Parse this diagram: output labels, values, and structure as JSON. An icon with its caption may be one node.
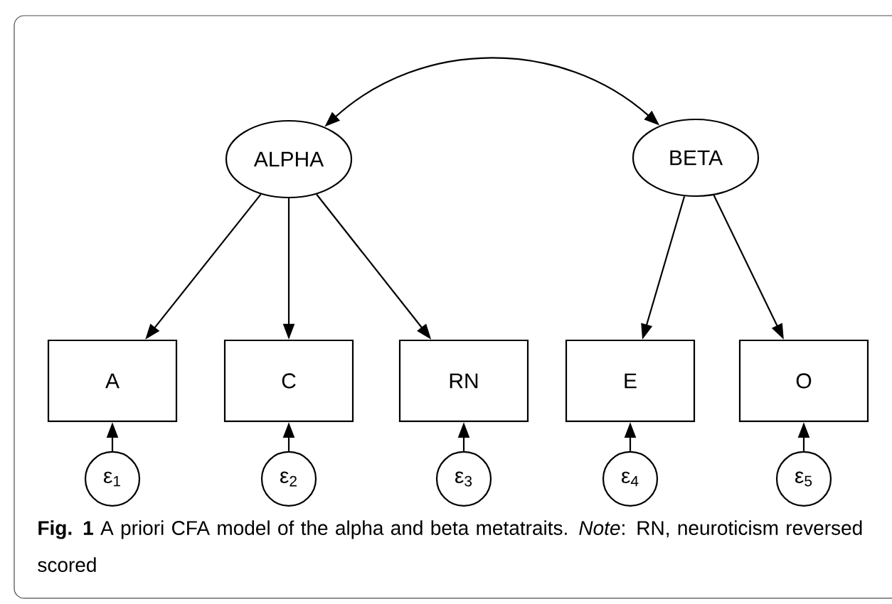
{
  "diagram": {
    "caption": "**Fig. 1** A priori CFA model of the alpha and beta metatraits. *Note*: RN, neuroticism reversed scored",
    "nodes": [
      {
        "text": [
          "ALPHA"
        ]
      },
      {
        "text": [
          "BETA"
        ]
      },
      {
        "text": [
          "A"
        ]
      },
      {
        "text": [
          "C"
        ]
      },
      {
        "text": [
          "RN"
        ]
      },
      {
        "text": [
          "E"
        ]
      },
      {
        "text": [
          "O"
        ]
      },
      {
        "text": [
          "ε$_{1}$"
        ]
      },
      {
        "text": [
          "ε$_{2}$"
        ]
      },
      {
        "text": [
          "ε$_{3}$"
        ]
      },
      {
        "text": [
          "ε$_{4}$"
        ]
      },
      {
        "text": [
          "ε$_{5}$"
        ]
      }
    ],
    "edges": [
      {
        "from": 0,
        "to": 1,
        "arrow": "both"
      },
      {
        "from": 0,
        "to": 2,
        "arrow": "to"
      },
      {
        "from": 0,
        "to": 3,
        "arrow": "to"
      },
      {
        "from": 0,
        "to": 4,
        "arrow": "to"
      },
      {
        "from": 1,
        "to": 5,
        "arrow": "to"
      },
      {
        "from": 1,
        "to": 6,
        "arrow": "to"
      },
      {
        "from": 7,
        "to": 2,
        "arrow": "to"
      },
      {
        "from": 8,
        "to": 3,
        "arrow": "to"
      },
      {
        "from": 9,
        "to": 4,
        "arrow": "to"
      },
      {
        "from": 10,
        "to": 5,
        "arrow": "to"
      },
      {
        "from": 11,
        "to": 6,
        "arrow": "to"
      }
    ]
  }
}
